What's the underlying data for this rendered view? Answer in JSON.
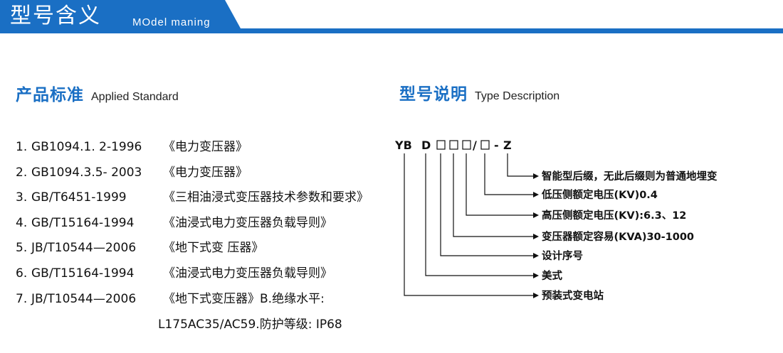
{
  "header": {
    "title": "型号含义",
    "subtitle": "MOdel maning",
    "color": "#1a6fc4"
  },
  "standards": {
    "heading_cn": "产品标准",
    "heading_en": "Applied Standard",
    "items": [
      {
        "num": "1.",
        "code": "GB1094.1. 2-1996",
        "name": "《电力变压器》"
      },
      {
        "num": "2.",
        "code": "GB1094.3.5- 2003",
        "name": "《电力变压器》"
      },
      {
        "num": "3.",
        "code": "GB/T6451-1999",
        "name": "《三相油浸式变压器技术参数和要求》"
      },
      {
        "num": "4.",
        "code": "GB/T15164-1994",
        "name": "《油浸式电力变压器负载导则》"
      },
      {
        "num": "5.",
        "code": "JB/T10544—2006",
        "name": "《地下式变 压器》"
      },
      {
        "num": "6.",
        "code": "GB/T15164-1994",
        "name": "《油浸式电力变压器负载导则》"
      },
      {
        "num": "7.",
        "code": "JB/T10544—2006",
        "name": "《地下式变压器》B.绝缘水平:"
      }
    ],
    "continuation": "L175AC35/AC59.防护等级: IP68"
  },
  "type_desc": {
    "heading_cn": "型号说明",
    "heading_en": "Type Description",
    "code_yb": "YB",
    "code_d": "D",
    "code_slash": "/",
    "code_dash": "-",
    "code_z": "Z",
    "descriptions": [
      "智能型后缀，无此后缀则为普通地埋变",
      "低压侧额定电压(KV)0.4",
      "高压侧额定电压(KV):6.3、12",
      "变压器额定容易(KVA)30-1000",
      "设计序号",
      "美式",
      "预装式变电站"
    ]
  }
}
